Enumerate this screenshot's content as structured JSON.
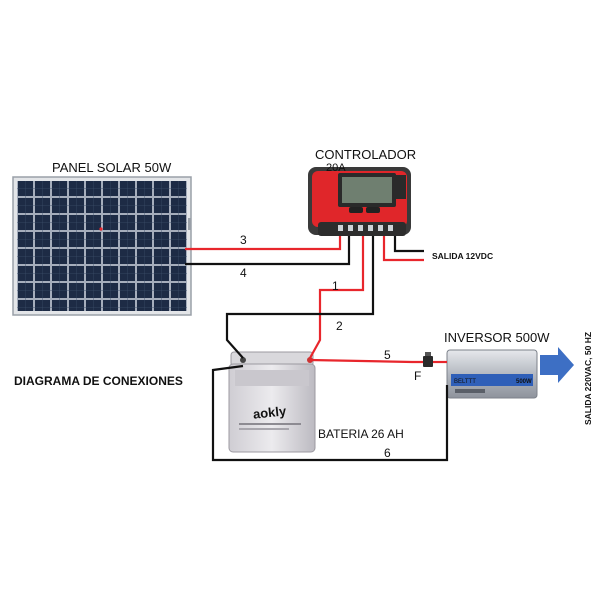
{
  "title": "DIAGRAMA DE CONEXIONES",
  "components": {
    "panel": "PANEL SOLAR 50W",
    "controller": "CONTROLADOR",
    "controller_sub": "20A",
    "battery": "BATERIA 26 AH",
    "battery_brand": "aokly",
    "inverter": "INVERSOR 500W",
    "inverter_brand": "BELTTT",
    "inverter_power": "500W"
  },
  "outputs": {
    "dc": "SALIDA  12VDC",
    "ac": "SALIDA 220VAC, 50 HZ"
  },
  "wires": [
    "1",
    "2",
    "3",
    "4",
    "5",
    "6"
  ],
  "fuse_label": "F",
  "colors": {
    "positive": "#e8262c",
    "negative": "#111111",
    "controller_body": "#e0262a",
    "panel_cell": "#1d2b45",
    "arrow": "#3d6fc4"
  }
}
